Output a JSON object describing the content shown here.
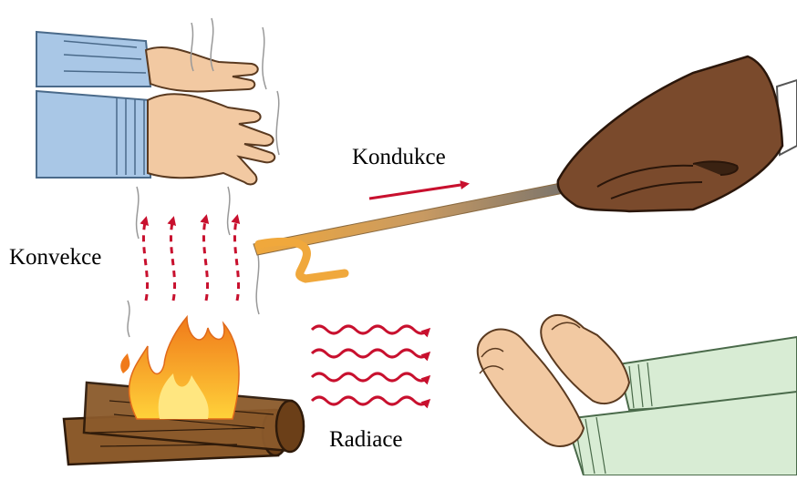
{
  "labels": {
    "convection": "Konvekce",
    "conduction": "Kondukce",
    "radiation": "Radiace"
  },
  "colors": {
    "heat_arrow": "#c8102e",
    "skin": "#f2c9a2",
    "sleeve_blue": "#a9c7e6",
    "glove": "#7a4a2c",
    "rod": "#b08a5f",
    "flame_outer": "#f08a1c",
    "flame_inner": "#ffd23a",
    "log": "#8b5a2b"
  },
  "icons": [
    "hands-over-heat-icon",
    "gloved-hand-icon",
    "warming-hands-icon",
    "campfire-icon",
    "convection-arrows-icon",
    "conduction-arrow-icon",
    "radiation-waves-icon"
  ]
}
